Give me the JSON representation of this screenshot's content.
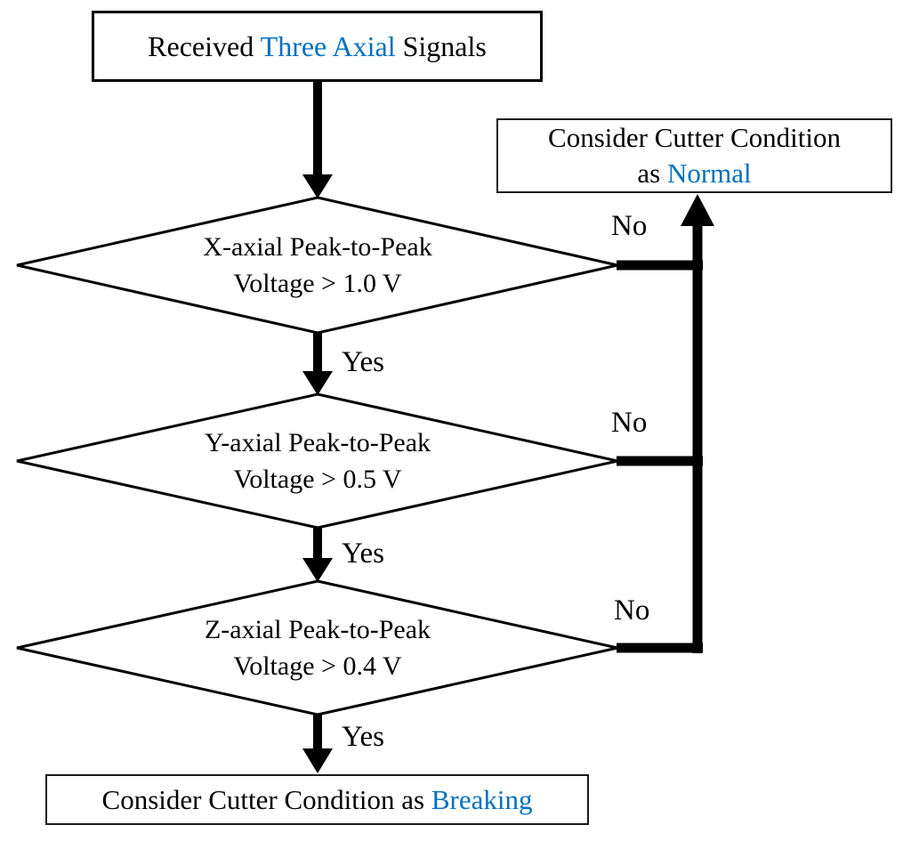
{
  "colors": {
    "accent": "#0070C0",
    "line": "#000000"
  },
  "start_box": {
    "prefix": "Received ",
    "highlight": "Three Axial",
    "suffix": " Signals"
  },
  "normal_box": {
    "line1": "Consider Cutter Condition",
    "line2_prefix": "as ",
    "line2_highlight": "Normal"
  },
  "breaking_box": {
    "prefix": "Consider Cutter Condition as ",
    "highlight": "Breaking"
  },
  "decisions": [
    {
      "line1": "X-axial Peak-to-Peak",
      "line2": "Voltage > 1.0 V"
    },
    {
      "line1": "Y-axial Peak-to-Peak",
      "line2": "Voltage > 0.5 V"
    },
    {
      "line1": "Z-axial Peak-to-Peak",
      "line2": "Voltage > 0.4 V"
    }
  ],
  "labels": {
    "yes": "Yes",
    "no": "No"
  }
}
